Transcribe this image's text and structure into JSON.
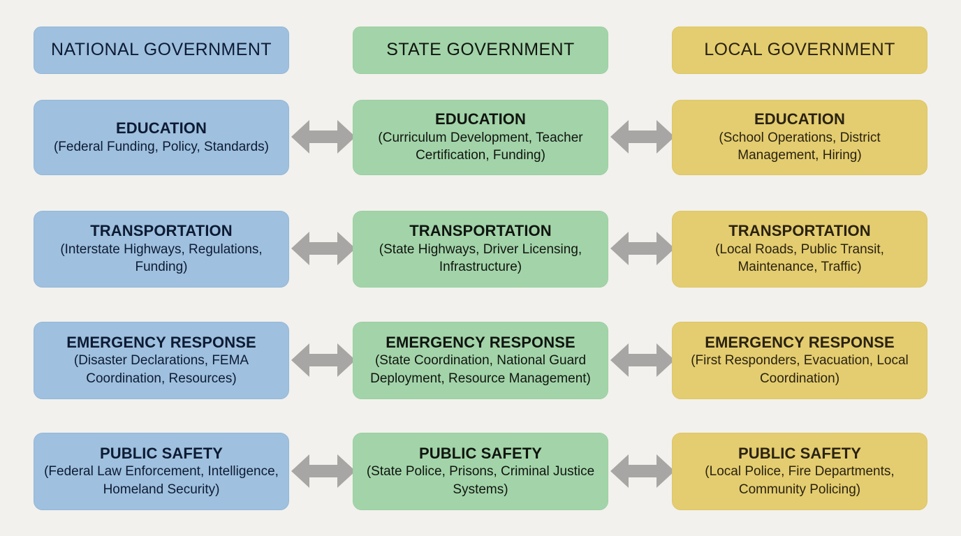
{
  "colors": {
    "background": "#f2f1ed",
    "national": "#9fc0df",
    "state": "#a3d4a9",
    "local": "#e4cd70",
    "arrow": "#a8a6a4",
    "national_text": "#0d1b33",
    "state_text": "#101510",
    "local_text": "#2a2210"
  },
  "columns": [
    {
      "key": "national",
      "header": "NATIONAL GOVERNMENT"
    },
    {
      "key": "state",
      "header": "STATE GOVERNMENT"
    },
    {
      "key": "local",
      "header": "LOCAL GOVERNMENT"
    }
  ],
  "rows": [
    {
      "key": "education",
      "national": {
        "title": "EDUCATION",
        "sub": "(Federal Funding, Policy, Standards)"
      },
      "state": {
        "title": "EDUCATION",
        "sub": "(Curriculum Development, Teacher Certification, Funding)"
      },
      "local": {
        "title": "EDUCATION",
        "sub": "(School Operations, District Management, Hiring)"
      }
    },
    {
      "key": "transportation",
      "national": {
        "title": "TRANSPORTATION",
        "sub": "(Interstate Highways, Regulations, Funding)"
      },
      "state": {
        "title": "TRANSPORTATION",
        "sub": "(State Highways, Driver Licensing, Infrastructure)"
      },
      "local": {
        "title": "TRANSPORTATION",
        "sub": "(Local Roads, Public Transit, Maintenance, Traffic)"
      }
    },
    {
      "key": "emergency-response",
      "national": {
        "title": "EMERGENCY RESPONSE",
        "sub": "(Disaster Declarations, FEMA Coordination, Resources)"
      },
      "state": {
        "title": "EMERGENCY RESPONSE",
        "sub": "(State Coordination, National Guard Deployment, Resource Management)"
      },
      "local": {
        "title": "EMERGENCY RESPONSE",
        "sub": "(First Responders, Evacuation, Local Coordination)"
      }
    },
    {
      "key": "public-safety",
      "national": {
        "title": "PUBLIC SAFETY",
        "sub": "(Federal Law Enforcement, Intelligence, Homeland Security)"
      },
      "state": {
        "title": "PUBLIC SAFETY",
        "sub": "(State Police, Prisons, Criminal Justice Systems)"
      },
      "local": {
        "title": "PUBLIC SAFETY",
        "sub": "(Local Police, Fire Departments, Community Policing)"
      }
    }
  ],
  "connectors": {
    "icon": "double-arrow-horizontal-icon",
    "count": 8
  }
}
